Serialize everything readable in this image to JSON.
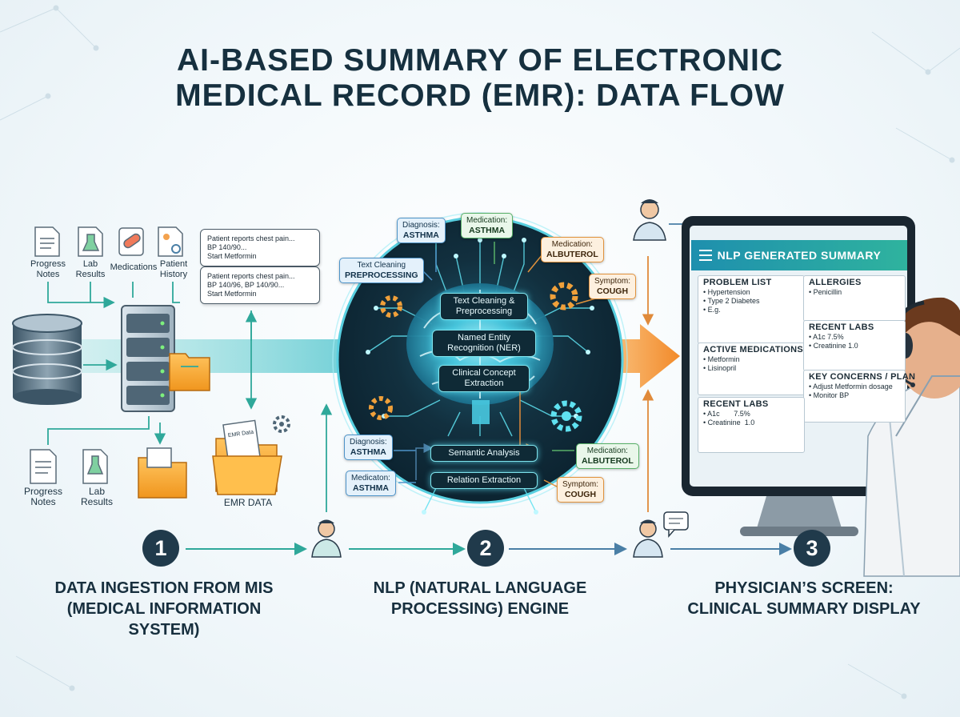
{
  "title": {
    "line1": "AI-BASED SUMMARY OF ELECTRONIC",
    "line2": "MEDICAL RECORD (EMR): DATA FLOW"
  },
  "ingestion": {
    "top_docs": [
      "Progress Notes",
      "Lab Results",
      "Medications",
      "Patient History"
    ],
    "bottom_docs": [
      "Progress Notes",
      "Lab Results"
    ],
    "emr_label": "EMR DATA",
    "folder_text": "EMR Data",
    "note_top": [
      "Patient reports chest pain...",
      "BP 140/90...",
      "Start Metformin"
    ],
    "note_bottom": [
      "Patient reports chest pain...",
      "BP 140/96, BP 140/90...",
      "Start Metformin"
    ]
  },
  "engine": {
    "tags": [
      {
        "title": "Diagnosis:",
        "value": "ASTHMA",
        "color": "blue"
      },
      {
        "title": "Medication:",
        "value": "ASTHMA",
        "color": "green"
      },
      {
        "title": "Medication:",
        "value": "ALBUTEROL",
        "color": "orange"
      },
      {
        "title": "Text Cleaning",
        "value": "PREPROCESSING",
        "color": "blue"
      },
      {
        "title": "Symptom:",
        "value": "COUGH",
        "color": "orange"
      },
      {
        "title": "Diagnosis:",
        "value": "ASTHMA",
        "color": "blue"
      },
      {
        "title": "Medication:",
        "value": "ALBUTEROL",
        "color": "green"
      },
      {
        "title": "Medicaton:",
        "value": "ASTHMA",
        "color": "blue"
      },
      {
        "title": "Symptom:",
        "value": "COUGH",
        "color": "orange"
      }
    ],
    "processes": [
      "Text Cleaning & Preprocessing",
      "Named Entity Recognition (NER)",
      "Clinical Concept Extraction",
      "Semantic Analysis",
      "Relation Extraction"
    ]
  },
  "screen": {
    "header": "NLP GENERATED SUMMARY",
    "problem_list": {
      "title": "PROBLEM LIST",
      "items": [
        "• Hypertension",
        "• Type 2 Diabetes",
        "• E.g."
      ]
    },
    "allergies": {
      "title": "ALLERGIES",
      "items": [
        "• Penicillin"
      ]
    },
    "active_meds": {
      "title": "ACTIVE MEDICATIONS",
      "items": [
        "• Metformin",
        "• Lisinopril"
      ]
    },
    "recent_labs_right": {
      "title": "RECENT LABS",
      "items": [
        "• A1c 7.5%",
        "• Creatinine 1.0"
      ]
    },
    "key_concerns": {
      "title": "KEY CONCERNS / PLAN",
      "items": [
        "• Adjust Metformin dosage",
        "• Monitor BP"
      ]
    },
    "recent_labs_left": {
      "title": "RECENT LABS",
      "rows": [
        [
          "• A1c",
          "7.5%"
        ],
        [
          "• Creatinine",
          "1.0"
        ]
      ]
    }
  },
  "steps": [
    {
      "number": "1",
      "caption_line1": "DATA INGESTION FROM MIS",
      "caption_line2": "(MEDICAL INFORMATION SYSTEM)"
    },
    {
      "number": "2",
      "caption_line1": "NLP (NATURAL LANGUAGE",
      "caption_line2": "PROCESSING) ENGINE"
    },
    {
      "number": "3",
      "caption_line1": "PHYSICIAN’S SCREEN:",
      "caption_line2": "CLINICAL SUMMARY DISPLAY"
    }
  ],
  "colors": {
    "teal": "#2bb3a6",
    "orange": "#f28a2a",
    "dark_navy": "#0f2733",
    "glow_cyan": "#5fe1f0"
  }
}
